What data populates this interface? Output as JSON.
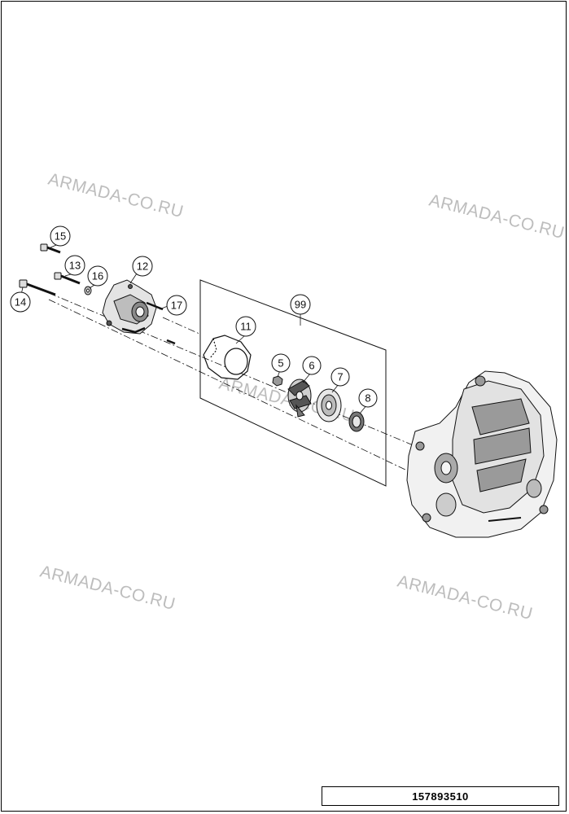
{
  "watermark": "ARMADA-CO.RU",
  "callouts": {
    "c15": "15",
    "c13": "13",
    "c16": "16",
    "c12": "12",
    "c14": "14",
    "c17": "17",
    "c99": "99",
    "c11": "11",
    "c5": "5",
    "c6": "6",
    "c7": "7",
    "c8": "8"
  },
  "document_number": "157893510",
  "colors": {
    "line": "#111111",
    "watermark": "#bdbdbd",
    "part_fill": "#e6e6e6",
    "part_dark": "#555555"
  }
}
